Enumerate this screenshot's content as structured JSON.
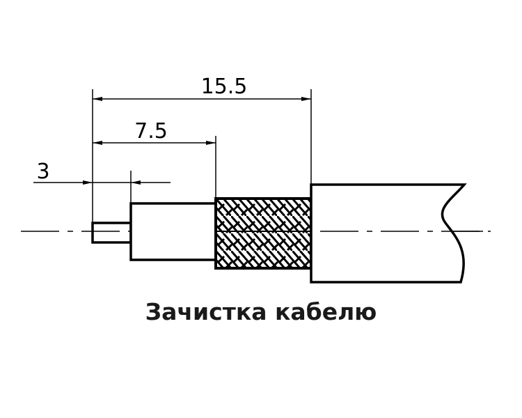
{
  "title": "Зачистка кабелю",
  "dimensions": {
    "overall": "15.5",
    "dielectric": "7.5",
    "conductor": "3"
  },
  "colors": {
    "line": "#000000",
    "background": "#ffffff"
  }
}
